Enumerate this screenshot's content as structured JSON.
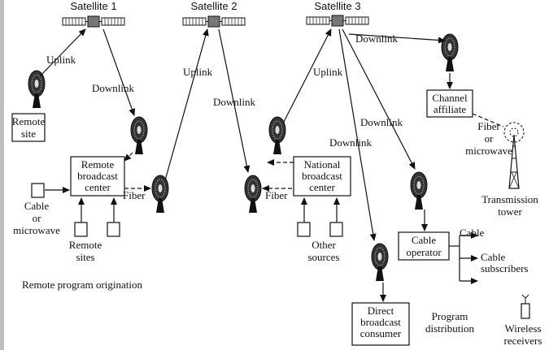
{
  "satellites": [
    "Satellite 1",
    "Satellite 2",
    "Satellite 3"
  ],
  "links": {
    "uplink": "Uplink",
    "downlink": "Downlink",
    "fiber": "Fiber"
  },
  "nodes": {
    "remote_site": [
      "Remote",
      "site"
    ],
    "remote_broadcast_center": [
      "Remote",
      "broadcast",
      "center"
    ],
    "national_broadcast_center": [
      "National",
      "broadcast",
      "center"
    ],
    "channel_affiliate": [
      "Channel",
      "affiliate"
    ],
    "cable_operator": [
      "Cable",
      "operator"
    ],
    "direct_broadcast_consumer": [
      "Direct",
      "broadcast",
      "consumer"
    ]
  },
  "labels": {
    "cable_or_microwave": [
      "Cable",
      "or",
      "microwave"
    ],
    "remote_sites": [
      "Remote",
      "sites"
    ],
    "other_sources": [
      "Other",
      "sources"
    ],
    "fiber_or_microwave": [
      "Fiber",
      "or",
      "microwave"
    ],
    "transmission_tower": [
      "Transmission",
      "tower"
    ],
    "cable": "Cable",
    "cable_subscribers": [
      "Cable",
      "subscribers"
    ],
    "program_distribution": [
      "Program",
      "distribution"
    ],
    "wireless_receivers": [
      "Wireless",
      "receivers"
    ],
    "remote_program_origination": "Remote program origination"
  }
}
